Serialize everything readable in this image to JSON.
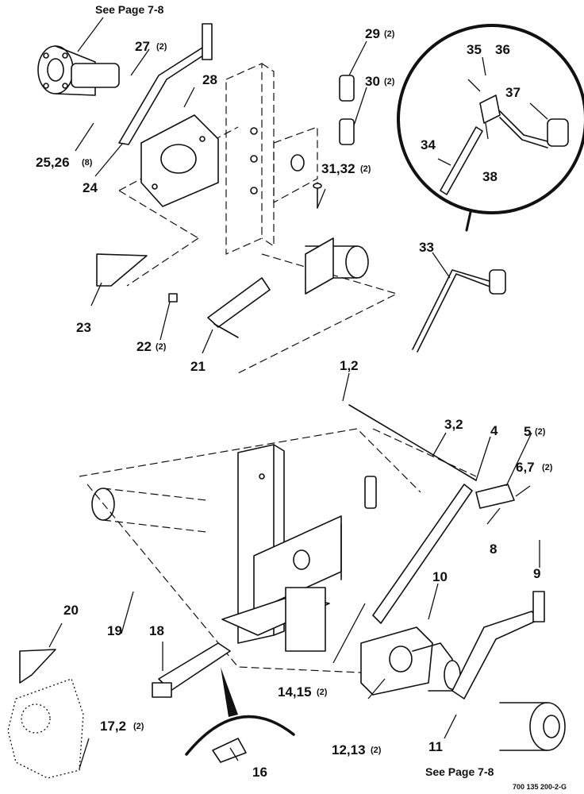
{
  "notes": {
    "top_ref": "See Page 7-8",
    "bottom_ref": "See Page 7-8",
    "drawing_number": "700 135 200-2-G"
  },
  "callouts": {
    "c1_2": "1,2",
    "c3_2": "3,2",
    "c4": "4",
    "c5": "5",
    "c5_qty": "(2)",
    "c6_7": "6,7",
    "c6_7_qty": "(2)",
    "c8": "8",
    "c9": "9",
    "c10": "10",
    "c11": "11",
    "c12_13": "12,13",
    "c12_13_qty": "(2)",
    "c14_15": "14,15",
    "c14_15_qty": "(2)",
    "c16": "16",
    "c17_2": "17,2",
    "c17_2_qty": "(2)",
    "c18": "18",
    "c19": "19",
    "c20": "20",
    "c21": "21",
    "c22": "22",
    "c22_qty": "(2)",
    "c23": "23",
    "c24": "24",
    "c25_26": "25,26",
    "c25_26_qty": "(8)",
    "c27": "27",
    "c27_qty": "(2)",
    "c28": "28",
    "c29": "29",
    "c29_qty": "(2)",
    "c30": "30",
    "c30_qty": "(2)",
    "c31_32": "31,32",
    "c31_32_qty": "(2)",
    "c33": "33",
    "c34": "34",
    "c35": "35",
    "c36": "36",
    "c37": "37",
    "c38": "38"
  }
}
